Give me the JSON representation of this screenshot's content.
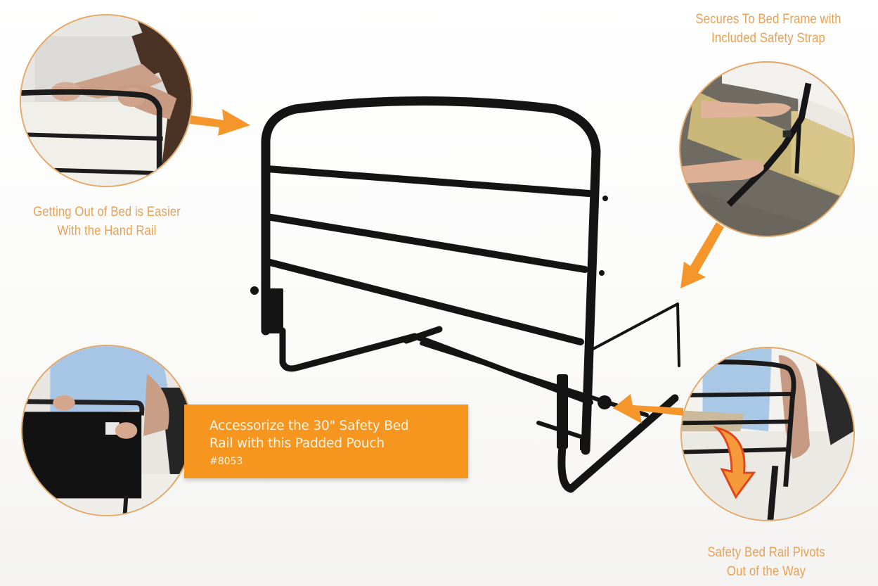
{
  "theme": {
    "accent": "#f6961f",
    "caption_color": "#e9a154",
    "rail_color": "#141414",
    "background": "#fbfbfa"
  },
  "callouts": {
    "hand_rail": {
      "caption_line1": "Getting Out of Bed is Easier",
      "caption_line2": "With the Hand Rail",
      "photo": "hands-gripping-rail-photo",
      "arrow": "arrow-right-icon"
    },
    "safety_strap": {
      "caption_line1": "Secures To Bed Frame with",
      "caption_line2": "Included Safety Strap",
      "photo": "strap-on-bed-frame-photo",
      "arrow": "arrow-down-left-icon"
    },
    "pivots": {
      "caption_line1": "Safety Bed Rail Pivots",
      "caption_line2": "Out of  the Way",
      "photo": "rail-pivoting-down-photo",
      "arrow": "arrow-left-icon",
      "inner_arrow": "curved-arrow-down-icon"
    },
    "pouch": {
      "photo": "padded-pouch-on-rail-photo"
    }
  },
  "banner": {
    "line1": "Accessorize the 30\" Safety Bed",
    "line2": "Rail with this Padded Pouch",
    "sku": "#8053"
  },
  "product": {
    "name": "safety-bed-rail",
    "rails_count": 3
  }
}
